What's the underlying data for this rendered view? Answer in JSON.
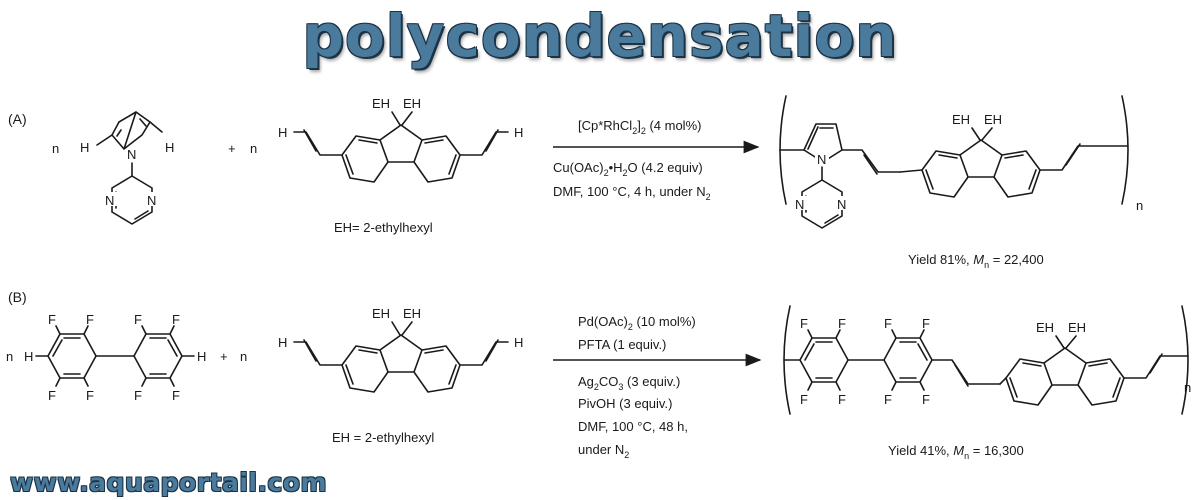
{
  "header": {
    "title": "polycondensation"
  },
  "footer": {
    "site": "www.aquaportail.com"
  },
  "colors": {
    "title": "#4a7a9c",
    "title_outline": "#1b3347",
    "ink": "#1a1a1a"
  },
  "atoms": {
    "h": "H",
    "n_atom": "N",
    "f": "F",
    "eh": "EH",
    "n_coef": "n",
    "plus": "+",
    "n_sub": "n"
  },
  "scheme_a": {
    "label": "(A)",
    "eh_note": "EH= 2-ethylhexyl",
    "catalyst": {
      "pre": "[Cp*RhCl",
      "sub1": "2",
      "mid": "]",
      "sub2": "2",
      "post": " (4 mol%)"
    },
    "oxidant": {
      "pre": "Cu(OAc)",
      "sub": "2",
      "post": "•H",
      "sub2": "2",
      "post2": "O (4.2 equiv)"
    },
    "conditions": {
      "pre": "DMF, 100 °C, 4 h, under N",
      "sub": "2"
    },
    "yield": {
      "pre": "Yield 81%, ",
      "m": "M",
      "msub": "n",
      "post": " = 22,400"
    }
  },
  "scheme_b": {
    "label": "(B)",
    "eh_note": "EH = 2-ethylhexyl",
    "catalyst": {
      "pre": "Pd(OAc)",
      "sub": "2",
      "post": " (10 mol%)"
    },
    "ligand": "PFTA (1 equiv.)",
    "base": {
      "pre": "Ag",
      "sub": "2",
      "mid": "CO",
      "sub2": "3",
      "post": " (3 equiv.)"
    },
    "acid": "PivOH (3 equiv.)",
    "conditions_1": "DMF, 100 °C, 48 h,",
    "conditions_2": {
      "pre": "under N",
      "sub": "2"
    },
    "yield": {
      "pre": "Yield 41%, ",
      "m": "M",
      "msub": "n",
      "post": " = 16,300"
    }
  }
}
